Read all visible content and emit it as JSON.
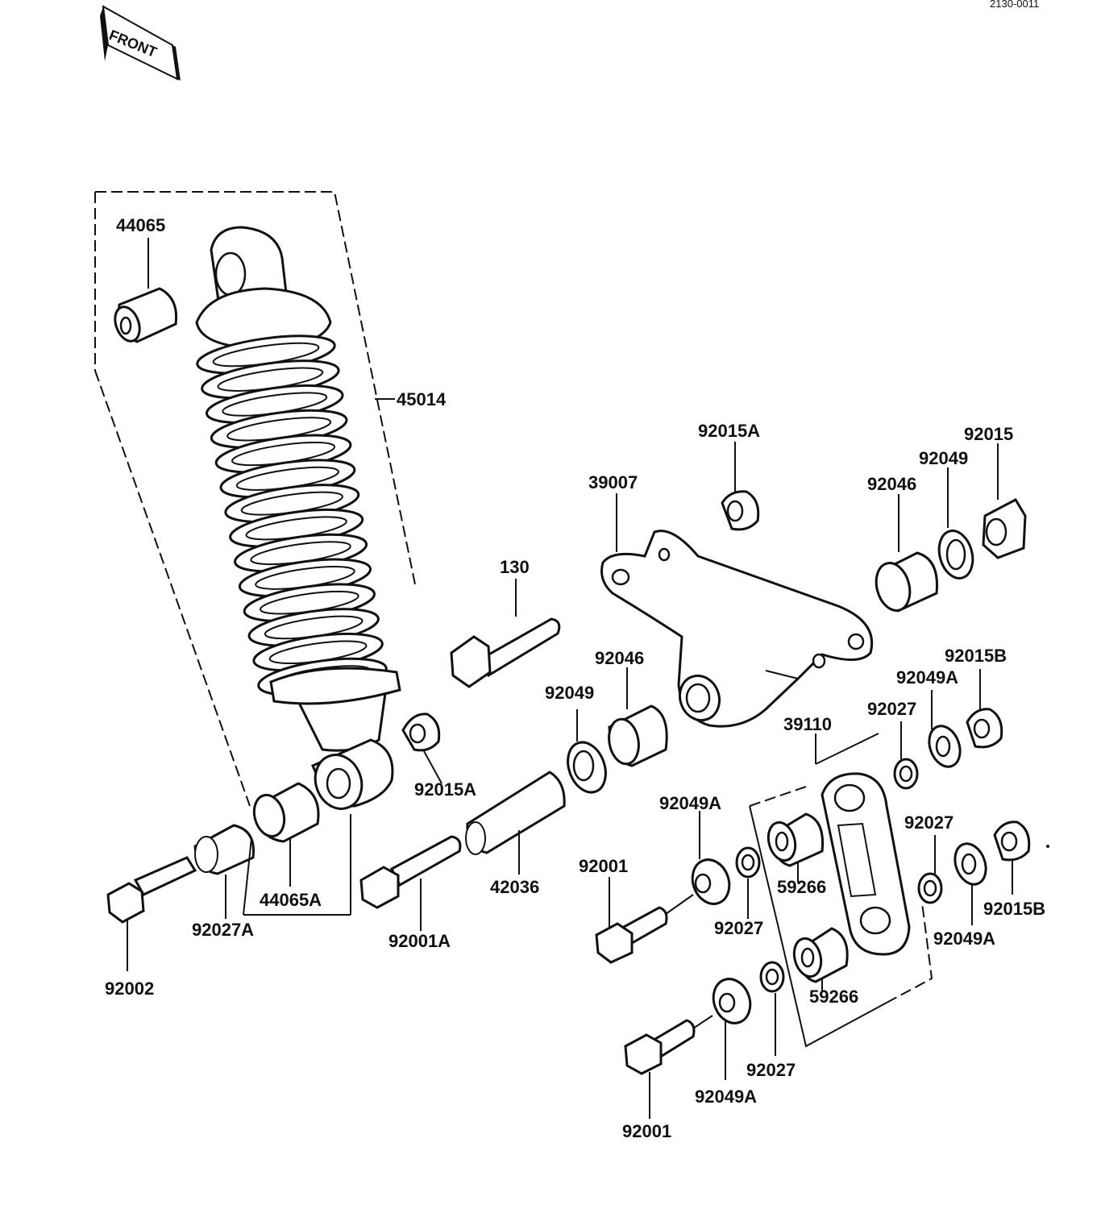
{
  "doc_code": "2130-0011",
  "front_badge": "FRONT",
  "labels": {
    "l44065": "44065",
    "l45014": "45014",
    "l92015A_top": "92015A",
    "l92015_top": "92015",
    "l92049_top": "92049",
    "l92046_top": "92046",
    "l39007": "39007",
    "l130": "130",
    "l92046_mid": "92046",
    "l92049_mid": "92049",
    "l92015B_right": "92015B",
    "l92049A_right": "92049A",
    "l92027_right": "92027",
    "l39110": "39110",
    "l92015A_mid": "92015A",
    "l92049A_mid": "92049A",
    "l92027_right2": "92027",
    "l92001_mid": "92001",
    "l42036": "42036",
    "l59266_a": "59266",
    "l92015B_right2": "92015B",
    "l44065A": "44065A",
    "l92027_mid": "92027",
    "l92049A_right2": "92049A",
    "l92027A": "92027A",
    "l92001A": "92001A",
    "l59266_b": "59266",
    "l92002": "92002",
    "l92027_low": "92027",
    "l92049A_low": "92049A",
    "l92001_low": "92001"
  }
}
